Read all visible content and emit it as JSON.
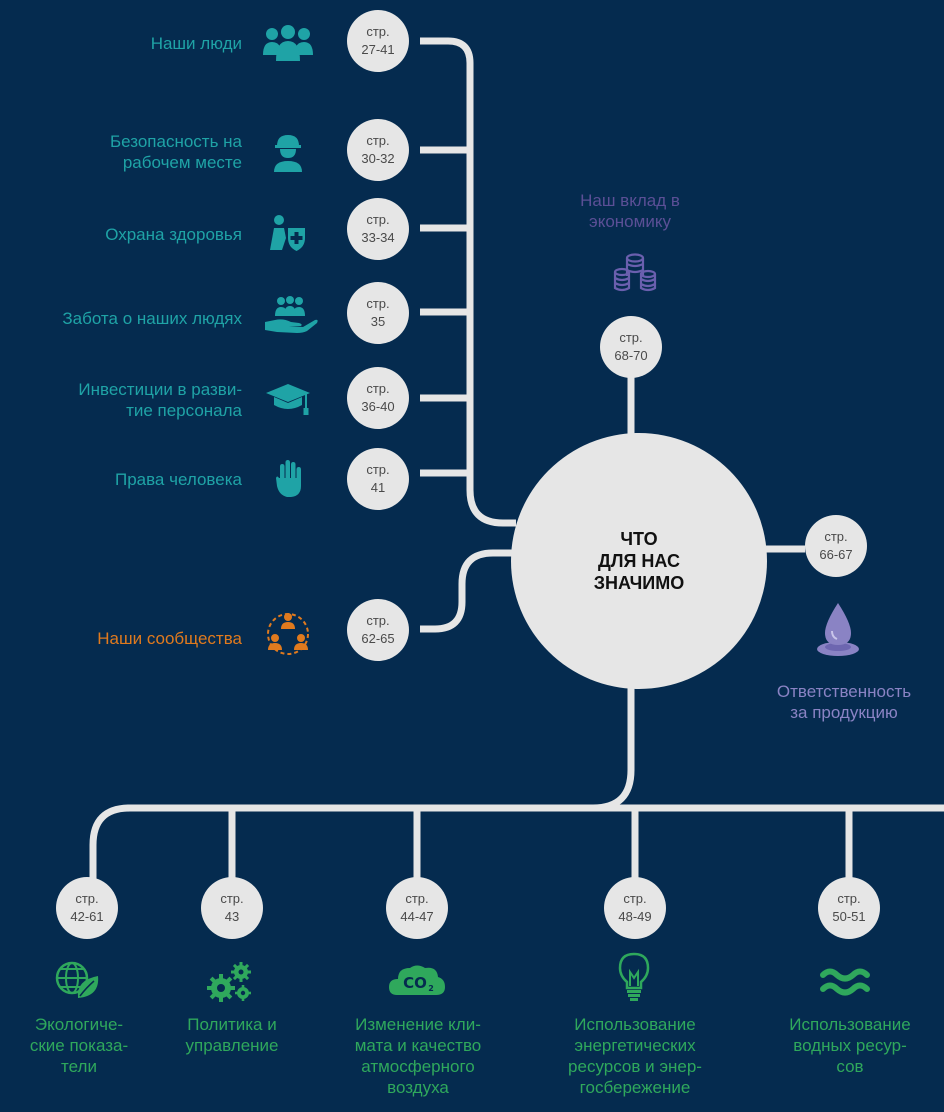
{
  "colors": {
    "background": "#052b4f",
    "line": "#e6e6e6",
    "badge": "#e6e6e6",
    "teal": "#1fa3a6",
    "purple": "#5b4f96",
    "orange": "#e07a1e",
    "green": "#2fa85c",
    "light_purple": "#8a83c4"
  },
  "hub": {
    "line1": "ЧТО",
    "line2": "ДЛЯ НАС",
    "line3": "ЗНАЧИМО"
  },
  "topics": {
    "people": {
      "label": "Наши люди",
      "page_prefix": "стр.",
      "pages": "27-41",
      "icon": "people-group-icon"
    },
    "safety": {
      "label_line1": "Безопасность на",
      "label_line2": "рабочем месте",
      "page_prefix": "стр.",
      "pages": "30-32",
      "icon": "hard-hat-worker-icon"
    },
    "health": {
      "label": "Охрана здоровья",
      "page_prefix": "стр.",
      "pages": "33-34",
      "icon": "health-shield-icon"
    },
    "care": {
      "label": "Забота о наших людях",
      "page_prefix": "стр.",
      "pages": "35",
      "icon": "hand-holding-people-icon"
    },
    "training": {
      "label_line1": "Инвестиции в разви-",
      "label_line2": "тие персонала",
      "page_prefix": "стр.",
      "pages": "36-40",
      "icon": "graduation-cap-icon"
    },
    "rights": {
      "label": "Права человека",
      "page_prefix": "стр.",
      "pages": "41",
      "icon": "raised-hand-icon"
    },
    "communities": {
      "label": "Наши сообщества",
      "page_prefix": "стр.",
      "pages": "62-65",
      "icon": "community-network-icon"
    },
    "economy": {
      "label_line1": "Наш вклад в",
      "label_line2": "экономику",
      "page_prefix": "стр.",
      "pages": "68-70",
      "icon": "coin-stacks-icon"
    },
    "product": {
      "label_line1": "Ответственность",
      "label_line2": "за продукцию",
      "page_prefix": "стр.",
      "pages": "66-67",
      "icon": "water-drop-icon"
    },
    "environment": {
      "label_line1": "Экологиче-",
      "label_line2": "ские показа-",
      "label_line3": "тели",
      "page_prefix": "стр.",
      "pages": "42-61",
      "icon": "globe-leaf-icon"
    },
    "policy": {
      "label_line1": "Политика и",
      "label_line2": "управление",
      "page_prefix": "стр.",
      "pages": "43",
      "icon": "gears-icon"
    },
    "climate": {
      "label_line1": "Изменение кли-",
      "label_line2": "мата и качество",
      "label_line3": "атмосферного",
      "label_line4": "воздуха",
      "page_prefix": "стр.",
      "pages": "44-47",
      "icon": "co2-cloud-icon"
    },
    "energy": {
      "label_line1": "Использование",
      "label_line2": "энергетических",
      "label_line3": "ресурсов и энер-",
      "label_line4": "госбережение",
      "page_prefix": "стр.",
      "pages": "48-49",
      "icon": "light-bulb-icon"
    },
    "water": {
      "label_line1": "Использование",
      "label_line2": "водных ресур-",
      "label_line3": "сов",
      "page_prefix": "стр.",
      "pages": "50-51",
      "icon": "water-waves-icon"
    }
  }
}
